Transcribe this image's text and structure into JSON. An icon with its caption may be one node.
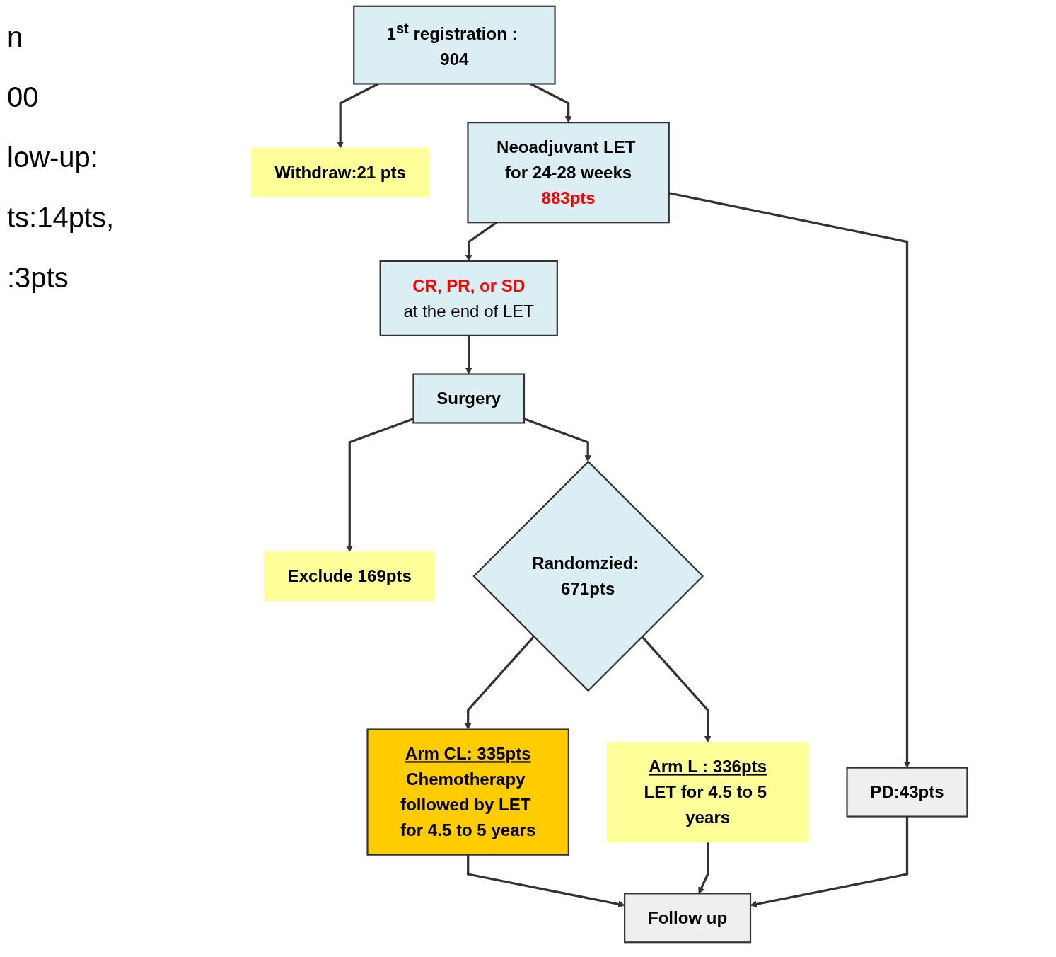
{
  "diagram": {
    "nodes": [
      {
        "text": [
          "1$^{st}$ registration : 904"
        ]
      },
      {
        "text": [
          "Withdraw:21 pts"
        ]
      },
      {
        "text": [
          "Neoadjuvant LET for 24-28 weeks",
          "883pts"
        ]
      },
      {
        "text": [
          "CR, PR, or SD",
          "at the end of LET"
        ]
      },
      {
        "text": [
          "Surgery"
        ]
      },
      {
        "text": [
          "Exclude 169pts"
        ]
      },
      {
        "text": [
          "Randomzied: 671pts"
        ]
      },
      {
        "text": [
          "Arm CL: 335pts",
          "Chemotherapy followed by LET for 4.5 to 5 years"
        ]
      },
      {
        "text": [
          "Arm L : 336pts",
          "LET for 4.5 to 5 years"
        ]
      },
      {
        "text": [
          "PD:43pts"
        ]
      },
      {
        "text": [
          "Follow up"
        ]
      }
    ],
    "edges": [
      {
        "from": 0,
        "to": 2,
        "arrow": "to"
      },
      {
        "from": 0,
        "to": 1,
        "arrow": "to"
      },
      {
        "from": 2,
        "to": 3,
        "arrow": "to"
      },
      {
        "from": 2,
        "to": 9,
        "arrow": "to"
      },
      {
        "from": 3,
        "to": 4,
        "arrow": "to"
      },
      {
        "from": 4,
        "to": 6,
        "arrow": "to"
      },
      {
        "from": 4,
        "to": 5,
        "arrow": "to"
      },
      {
        "from": 6,
        "to": 7,
        "arrow": "to"
      },
      {
        "from": 6,
        "to": 8,
        "arrow": "to"
      },
      {
        "from": 7,
        "to": 10,
        "arrow": "to"
      },
      {
        "from": 8,
        "to": 10,
        "arrow": "to"
      },
      {
        "from": 9,
        "to": 10,
        "arrow": "to"
      }
    ],
    "labels": [
      "n",
      "00",
      "low-up:",
      "ts:14pts,",
      ":3pts"
    ]
  }
}
